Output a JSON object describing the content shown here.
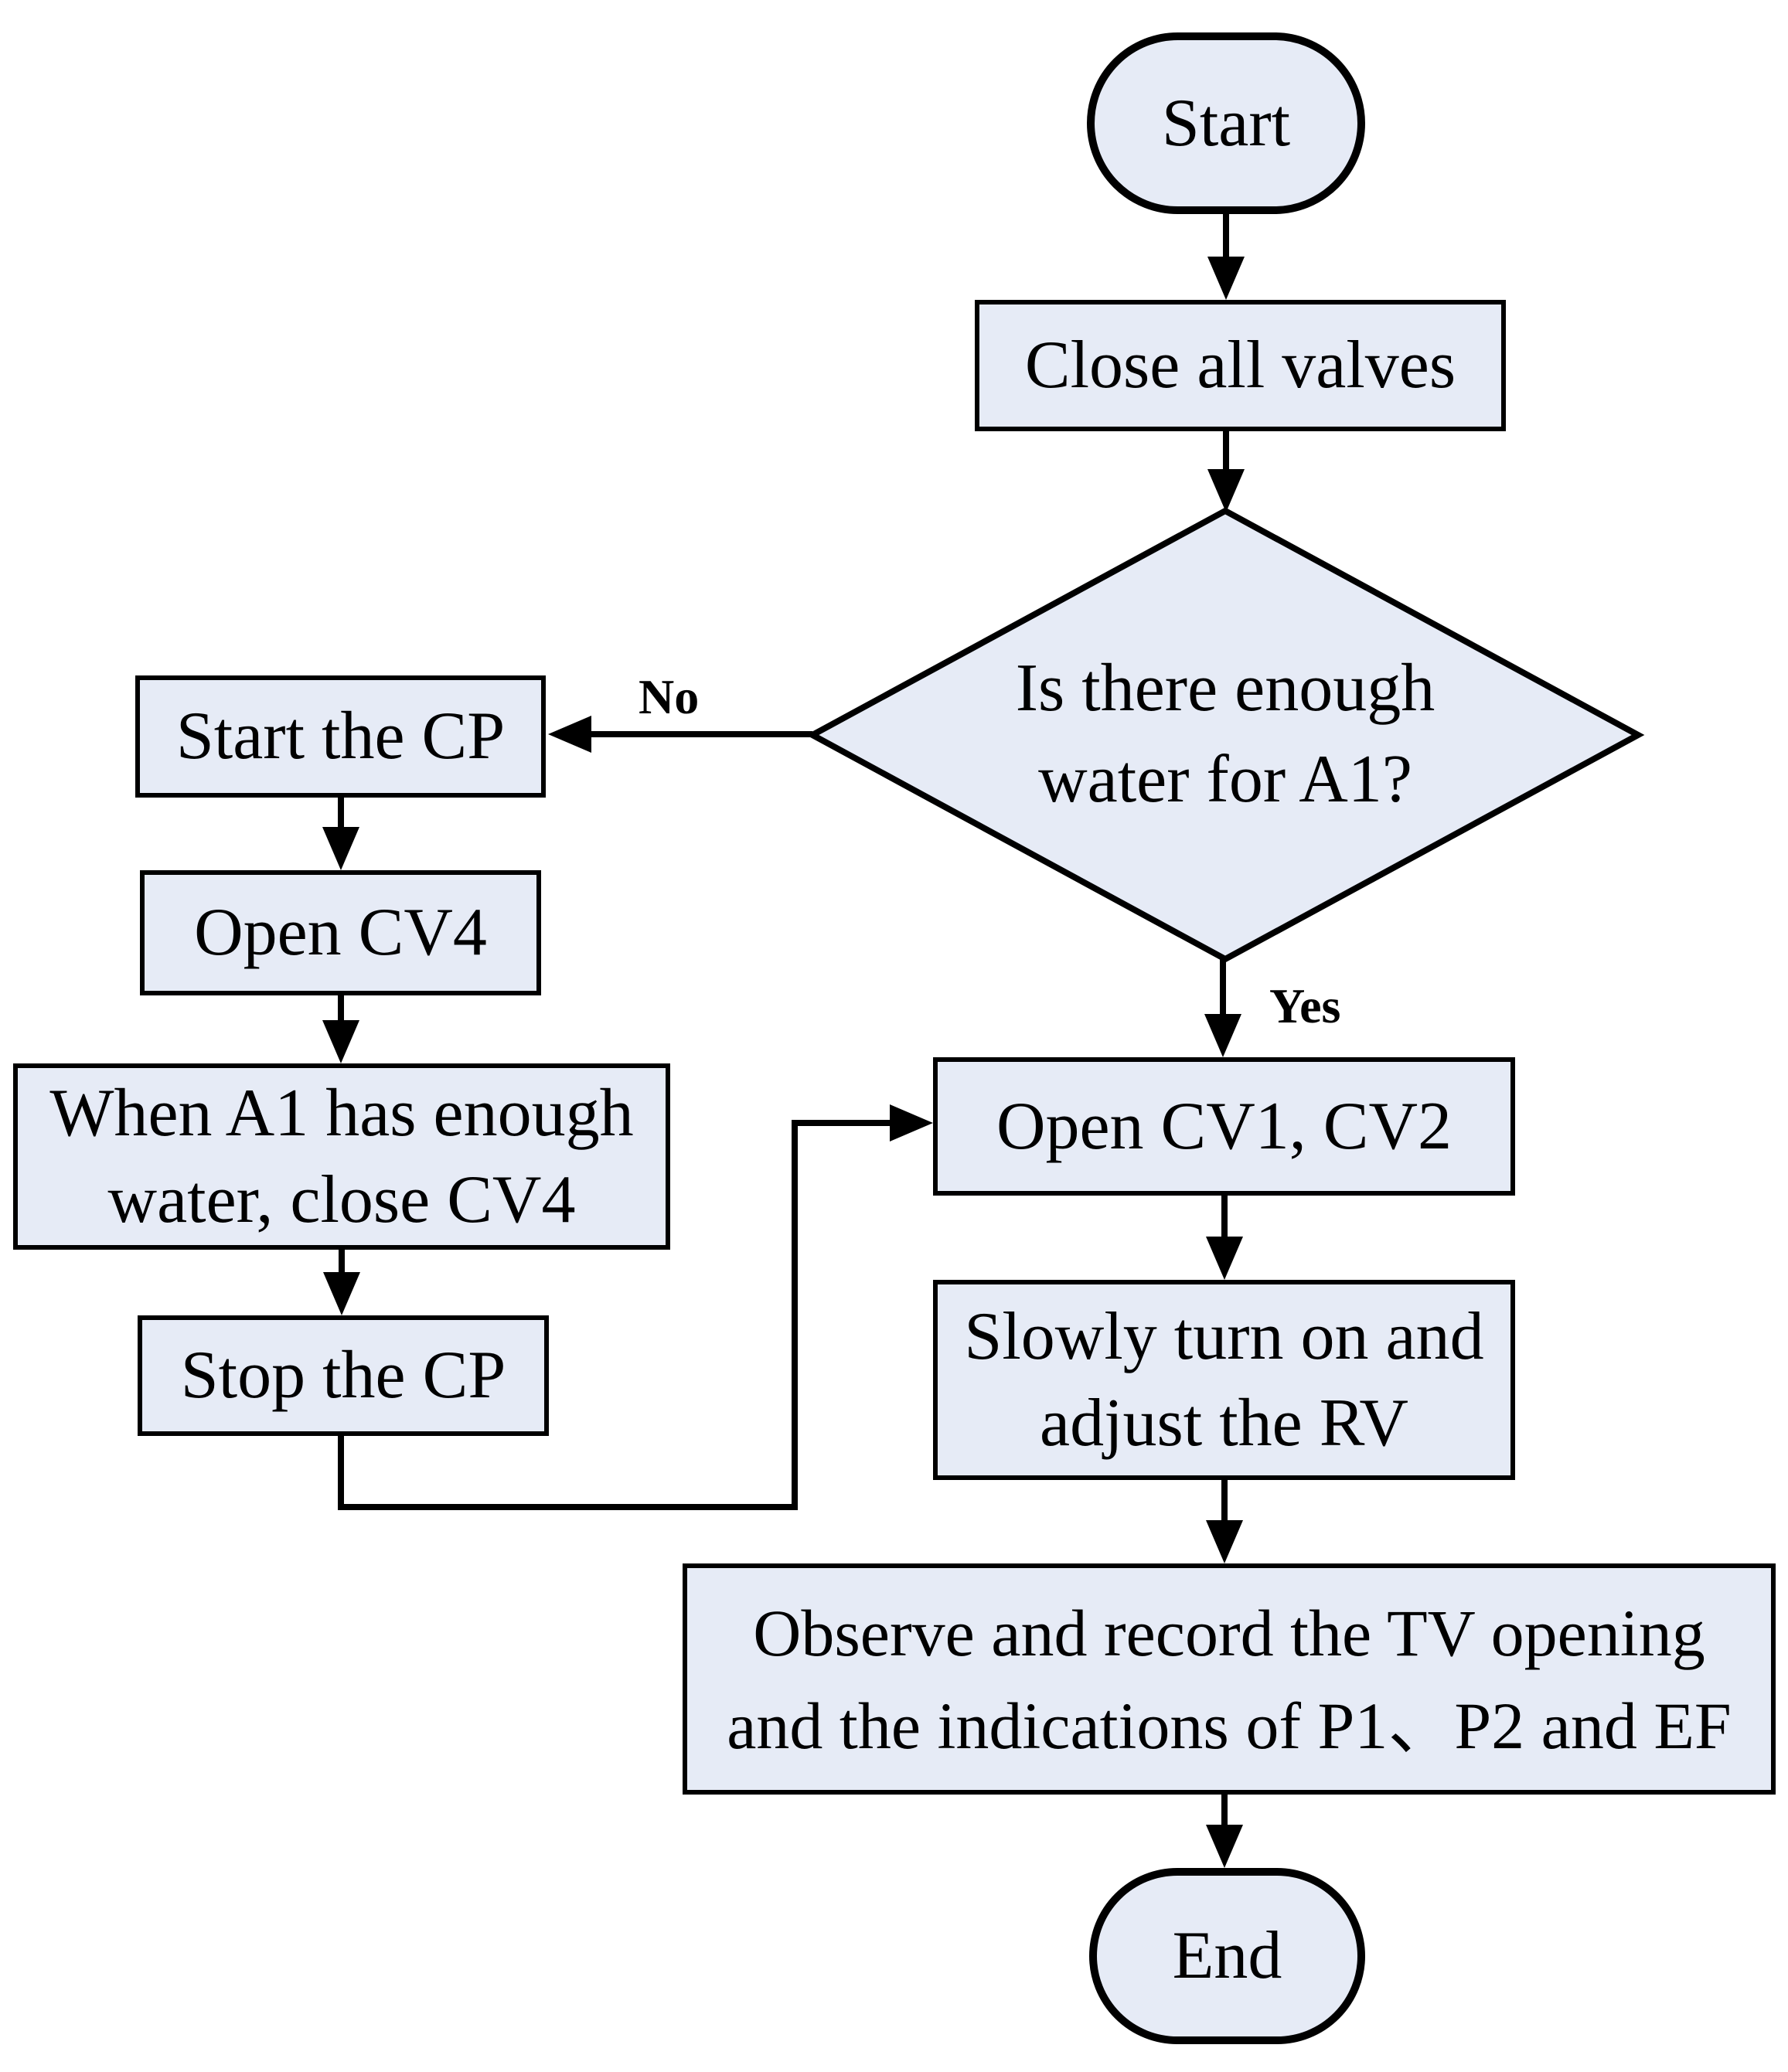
{
  "colors": {
    "node_fill": "#E6EBF6",
    "node_border": "#000000",
    "background": "#FFFFFF",
    "text": "#000000"
  },
  "flowchart": {
    "nodes": {
      "start": {
        "type": "terminator",
        "label": "Start"
      },
      "close_valves": {
        "type": "process",
        "label": "Close all valves"
      },
      "decision_water": {
        "type": "decision",
        "label": "Is there enough water for A1?",
        "lines": [
          "Is there enough",
          "water for A1?"
        ]
      },
      "start_cp": {
        "type": "process",
        "label": "Start the CP"
      },
      "open_cv4": {
        "type": "process",
        "label": "Open CV4"
      },
      "when_a1": {
        "type": "process",
        "label": "When A1 has enough water, close CV4",
        "lines": [
          "When A1 has enough",
          "water, close CV4"
        ]
      },
      "stop_cp": {
        "type": "process",
        "label": "Stop the CP"
      },
      "open_cv1_cv2": {
        "type": "process",
        "label": "Open CV1, CV2"
      },
      "slowly_rv": {
        "type": "process",
        "label": "Slowly turn on and adjust the RV",
        "lines": [
          "Slowly turn on and",
          "adjust the RV"
        ]
      },
      "observe_record": {
        "type": "process",
        "label": "Observe and record the TV opening and the indications of P1、P2 and EF",
        "lines": [
          "Observe and record the TV opening",
          "and the indications of P1、P2 and EF"
        ]
      },
      "end": {
        "type": "terminator",
        "label": "End"
      }
    },
    "branch_labels": {
      "no": "No",
      "yes": "Yes"
    }
  }
}
